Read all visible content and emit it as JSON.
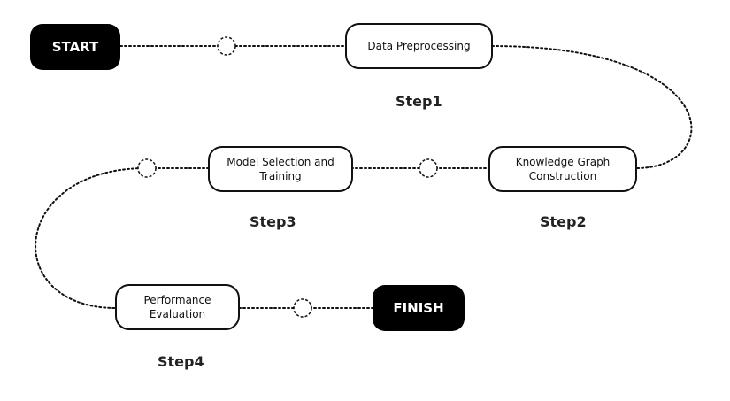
{
  "start": {
    "label": "START"
  },
  "finish": {
    "label": "FINISH"
  },
  "steps": [
    {
      "box_label": "Data Preprocessing",
      "step_label": "Step1"
    },
    {
      "box_label": "Knowledge Graph Construction",
      "step_label": "Step2"
    },
    {
      "box_label": "Model Selection and Training",
      "step_label": "Step3"
    },
    {
      "box_label": "Performance Evaluation",
      "step_label": "Step4"
    }
  ],
  "colors": {
    "terminal_fill": "#000000",
    "line": "#111111",
    "box_border": "#111111"
  }
}
